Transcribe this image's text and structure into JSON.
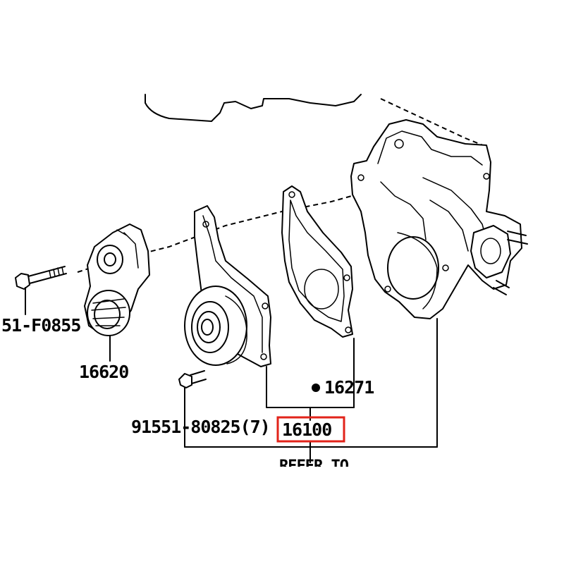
{
  "labels": {
    "bolt_left": "51-F0855",
    "tensioner": "16620",
    "gasket": "16271",
    "bolt_bottom": "91551-80825(7)",
    "pump_assy": "16100",
    "refer_to": "REFER TO"
  },
  "colors": {
    "line": "#000000",
    "highlight": "#e2231a",
    "background": "#ffffff"
  }
}
